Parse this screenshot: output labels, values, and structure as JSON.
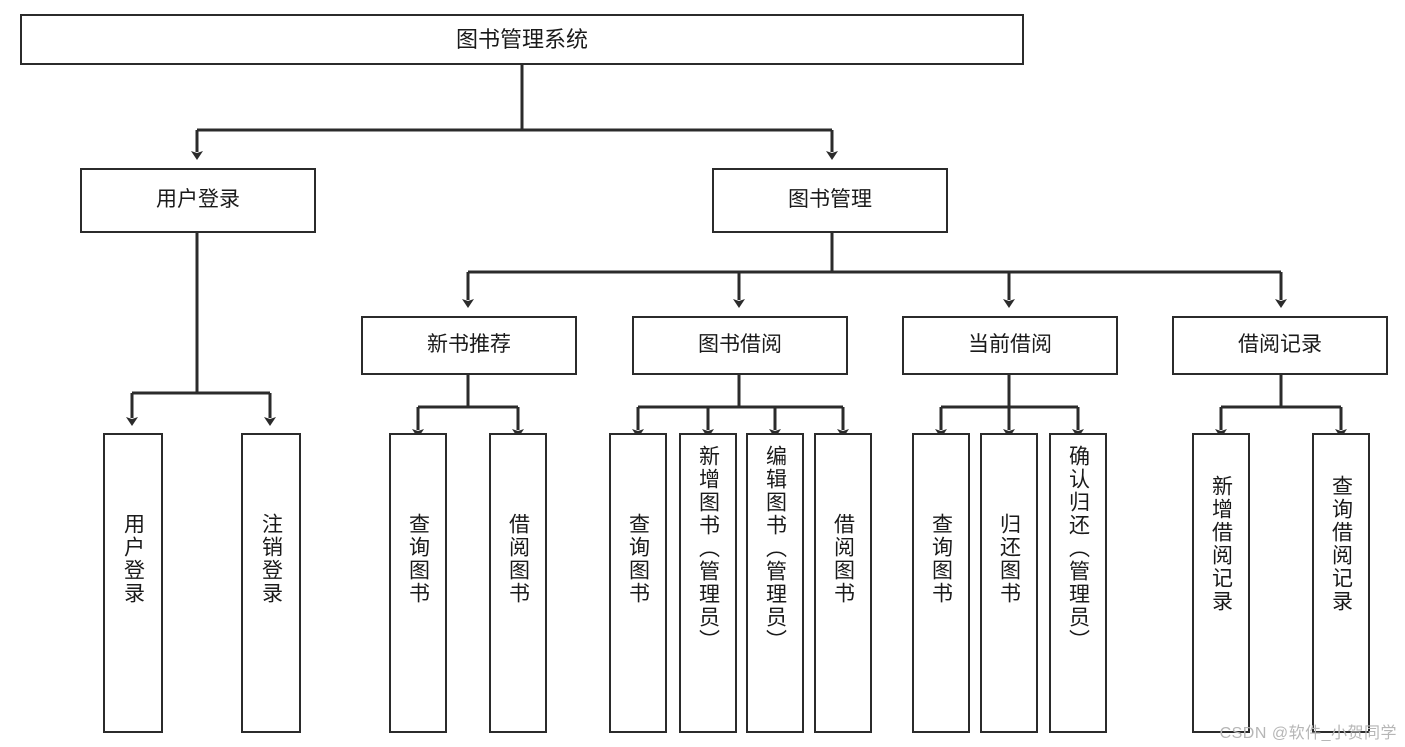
{
  "diagram": {
    "title": "图书管理系统",
    "watermark": "CSDN @软件_小贺同学",
    "stroke_color": "#2b2b2b",
    "background_color": "#ffffff",
    "text_color": "#1a1a1a",
    "watermark_color": "#b6b6b6",
    "type": "tree-hierarchy",
    "levels": 4
  },
  "nodes": {
    "root": {
      "label": "图书管理系统",
      "orientation": "horizontal"
    },
    "level2": [
      {
        "label": "用户登录",
        "orientation": "horizontal"
      },
      {
        "label": "图书管理",
        "orientation": "horizontal"
      }
    ],
    "level3": [
      {
        "label": "新书推荐",
        "orientation": "horizontal"
      },
      {
        "label": "图书借阅",
        "orientation": "horizontal"
      },
      {
        "label": "当前借阅",
        "orientation": "horizontal"
      },
      {
        "label": "借阅记录",
        "orientation": "horizontal"
      }
    ],
    "leaves": {
      "user_login": [
        {
          "label": "用户登录",
          "orientation": "vertical"
        },
        {
          "label": "注销登录",
          "orientation": "vertical"
        }
      ],
      "new_book_recommend": [
        {
          "label": "查询图书",
          "orientation": "vertical"
        },
        {
          "label": "借阅图书",
          "orientation": "vertical"
        }
      ],
      "book_borrow": [
        {
          "label": "查询图书",
          "orientation": "vertical"
        },
        {
          "label": "新增图书（管理员）",
          "orientation": "vertical"
        },
        {
          "label": "编辑图书（管理员）",
          "orientation": "vertical"
        },
        {
          "label": "借阅图书",
          "orientation": "vertical"
        }
      ],
      "current_borrow": [
        {
          "label": "查询图书",
          "orientation": "vertical"
        },
        {
          "label": "归还图书",
          "orientation": "vertical"
        },
        {
          "label": "确认归还（管理员）",
          "orientation": "vertical"
        }
      ],
      "borrow_record": [
        {
          "label": "新增借阅记录",
          "orientation": "vertical"
        },
        {
          "label": "查询借阅记录",
          "orientation": "vertical"
        }
      ]
    }
  },
  "edges": [
    {
      "from": "图书管理系统",
      "to": "用户登录"
    },
    {
      "from": "图书管理系统",
      "to": "图书管理"
    },
    {
      "from": "图书管理",
      "to": "新书推荐"
    },
    {
      "from": "图书管理",
      "to": "图书借阅"
    },
    {
      "from": "图书管理",
      "to": "当前借阅"
    },
    {
      "from": "图书管理",
      "to": "借阅记录"
    },
    {
      "from": "用户登录",
      "to": "用户登录"
    },
    {
      "from": "用户登录",
      "to": "注销登录"
    },
    {
      "from": "新书推荐",
      "to": "查询图书"
    },
    {
      "from": "新书推荐",
      "to": "借阅图书"
    },
    {
      "from": "图书借阅",
      "to": "查询图书"
    },
    {
      "from": "图书借阅",
      "to": "新增图书（管理员）"
    },
    {
      "from": "图书借阅",
      "to": "编辑图书（管理员）"
    },
    {
      "from": "图书借阅",
      "to": "借阅图书"
    },
    {
      "from": "当前借阅",
      "to": "查询图书"
    },
    {
      "from": "当前借阅",
      "to": "归还图书"
    },
    {
      "from": "当前借阅",
      "to": "确认归还（管理员）"
    },
    {
      "from": "借阅记录",
      "to": "新增借阅记录"
    },
    {
      "from": "借阅记录",
      "to": "查询借阅记录"
    }
  ]
}
